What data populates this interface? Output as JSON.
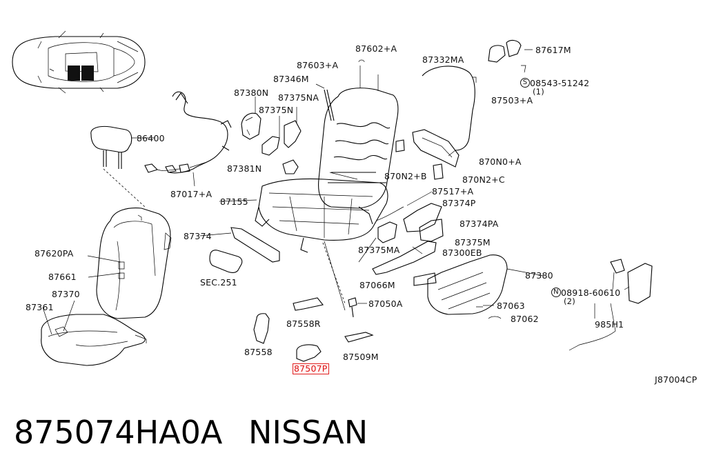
{
  "labels": {
    "86400": "86400",
    "87380N": "87380N",
    "87346M": "87346M",
    "87603A": "87603+A",
    "87602A": "87602+A",
    "87332MA": "87332MA",
    "87617M": "87617M",
    "08543": "08543-51242",
    "08543_qty": "(1)",
    "87375NA": "87375NA",
    "87375N": "87375N",
    "87503A": "87503+A",
    "87017A": "87017+A",
    "87381N": "87381N",
    "870N2B": "870N2+B",
    "870N0A": "870N0+A",
    "870N2C": "870N2+C",
    "87155": "87155",
    "87517A": "87517+A",
    "87374P": "87374P",
    "87374": "87374",
    "87374PA": "87374PA",
    "87375M": "87375M",
    "87620PA": "87620PA",
    "87375MA": "87375MA",
    "87300EB": "87300EB",
    "87661": "87661",
    "SEC251": "SEC.251",
    "87380": "87380",
    "87066M": "87066M",
    "87370": "87370",
    "08918": "08918-60610",
    "08918_qty": "(2)",
    "87361": "87361",
    "87050A": "87050A",
    "87063": "87063",
    "87062": "87062",
    "87558R": "87558R",
    "985H1": "985H1",
    "87558": "87558",
    "87509M": "87509M",
    "87507P": "87507P",
    "diagram_code": "J87004CP"
  },
  "symbols": {
    "s_circle": "S",
    "n_circle": "N"
  },
  "highlighted_part": "87507P",
  "highlight_color": "#e02020",
  "part_number": "875074HA0A",
  "brand": "NISSAN"
}
